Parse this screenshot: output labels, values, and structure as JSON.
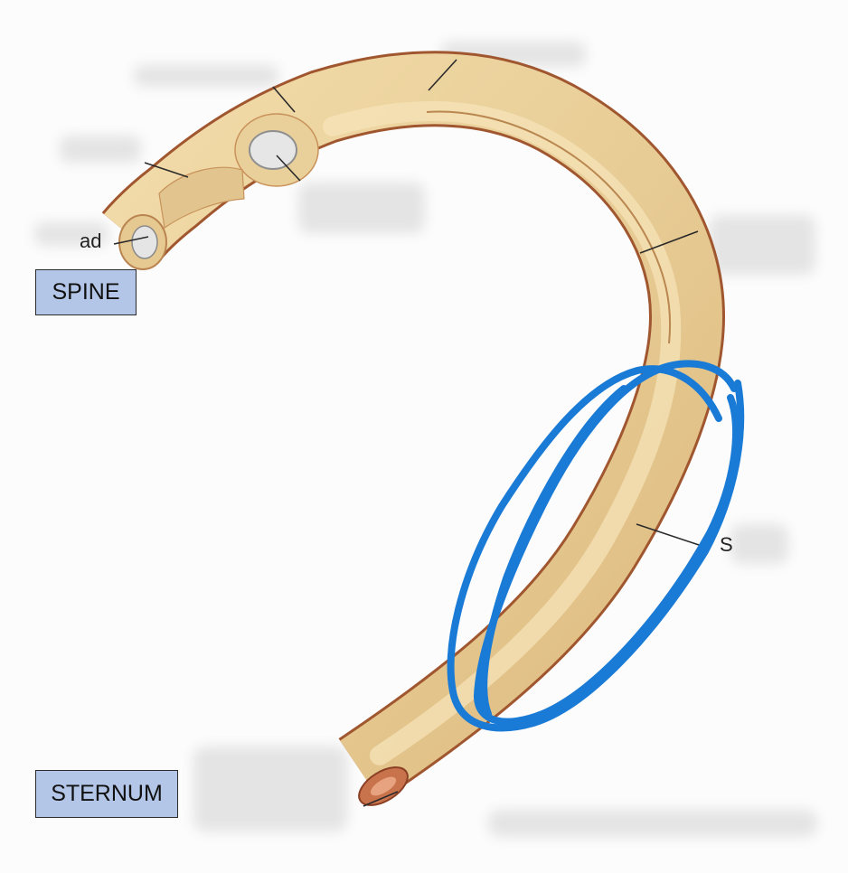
{
  "labels": {
    "spine": "SPINE",
    "sternum": "STERNUM"
  },
  "partial_text": {
    "head_fragment": "ad",
    "shaft_fragment": "S"
  },
  "colors": {
    "bone_fill": "#ecd39f",
    "bone_shadow": "#b8804a",
    "bone_edge": "#a0562f",
    "annotation_circle": "#1a7bd6",
    "label_box_fill": "#b4c6e7",
    "redaction_blur": "#e4e4e4"
  }
}
